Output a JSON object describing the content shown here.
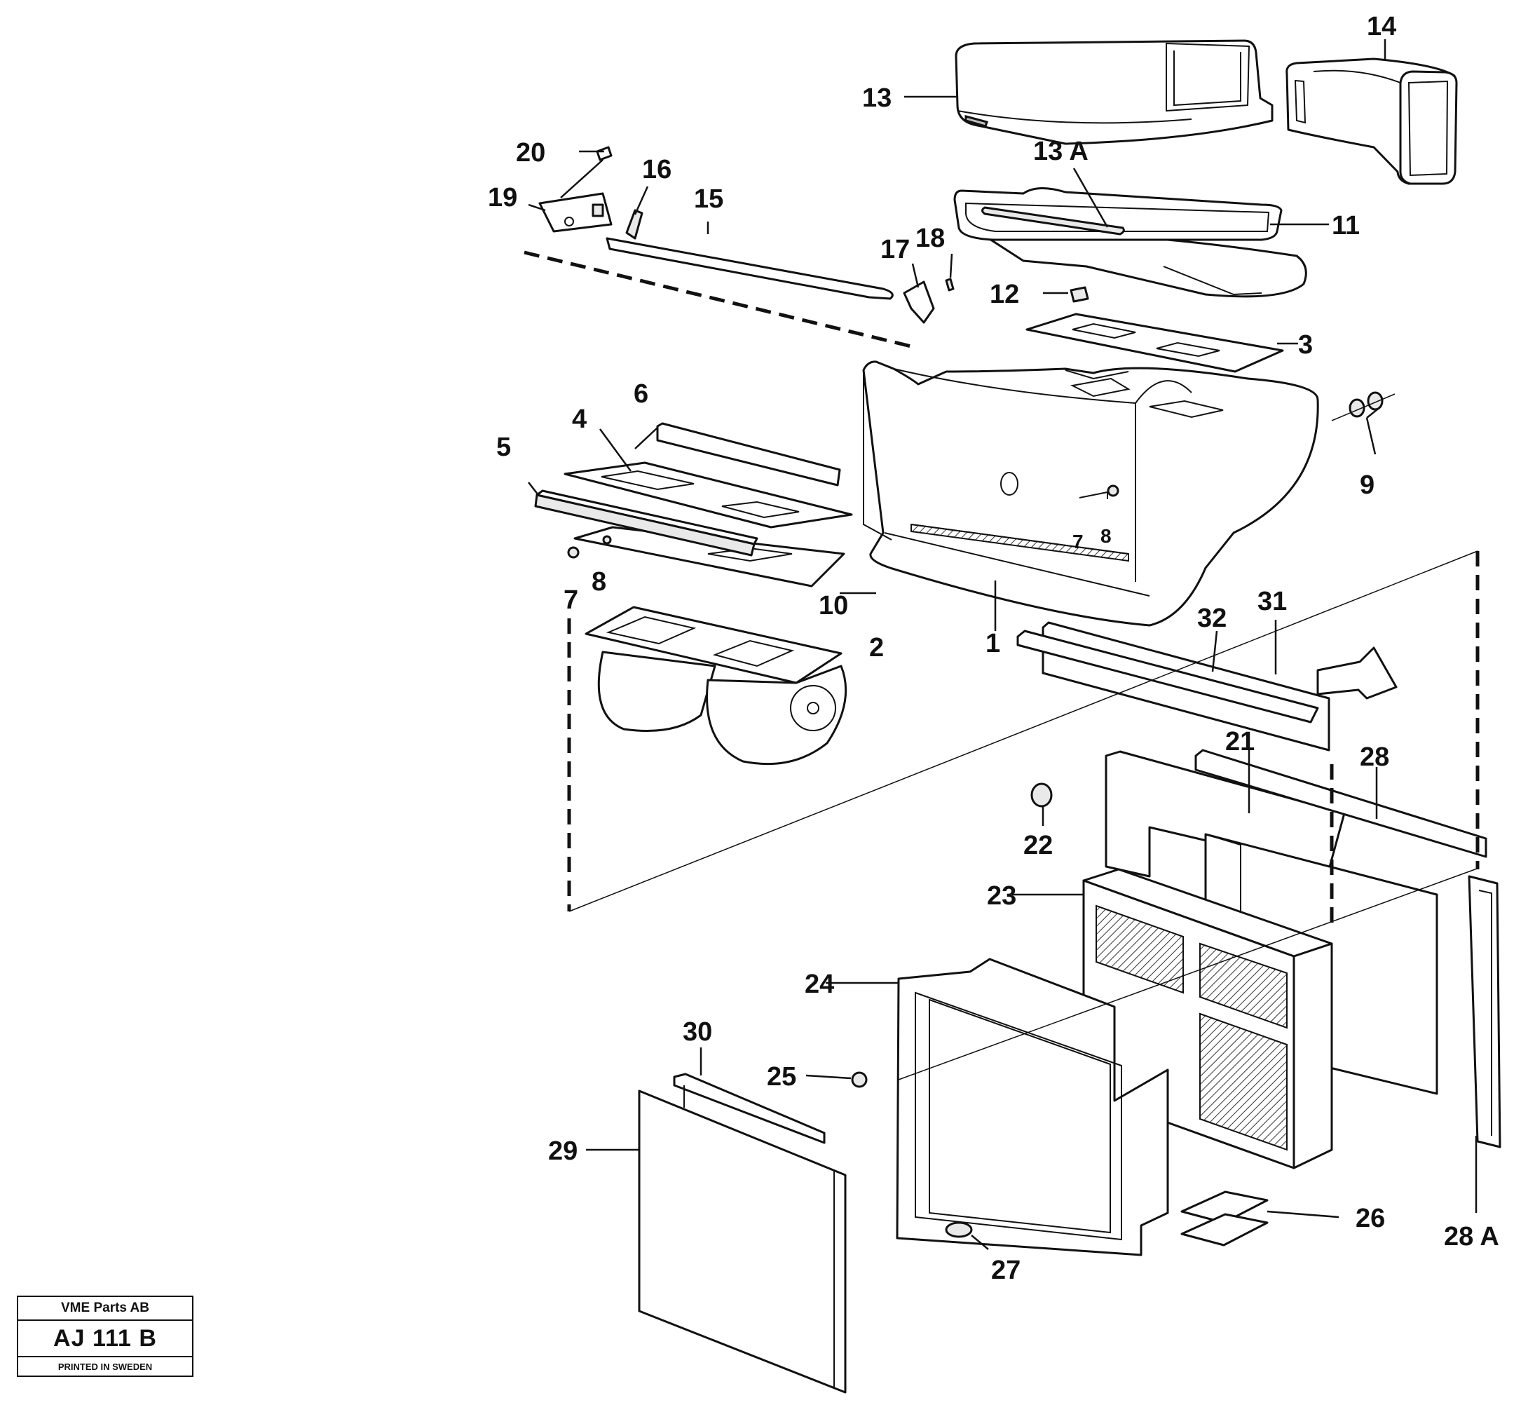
{
  "callouts": {
    "c1": "1",
    "c2": "2",
    "c3": "3",
    "c4": "4",
    "c5": "5",
    "c6": "6",
    "c7a": "7",
    "c7b": "7",
    "c8a": "8",
    "c8b": "8",
    "c9": "9",
    "c10": "10",
    "c11": "11",
    "c12": "12",
    "c13": "13",
    "c13a": "13 A",
    "c14": "14",
    "c15": "15",
    "c16": "16",
    "c17": "17",
    "c18": "18",
    "c19": "19",
    "c20": "20",
    "c21": "21",
    "c22": "22",
    "c23": "23",
    "c24": "24",
    "c25": "25",
    "c26": "26",
    "c27": "27",
    "c28": "28",
    "c28a": "28 A",
    "c29": "29",
    "c30": "30",
    "c31": "31",
    "c32": "32"
  },
  "title_block": {
    "company": "VME Parts AB",
    "code": "AJ 111 B",
    "printed": "PRINTED IN SWEDEN"
  }
}
